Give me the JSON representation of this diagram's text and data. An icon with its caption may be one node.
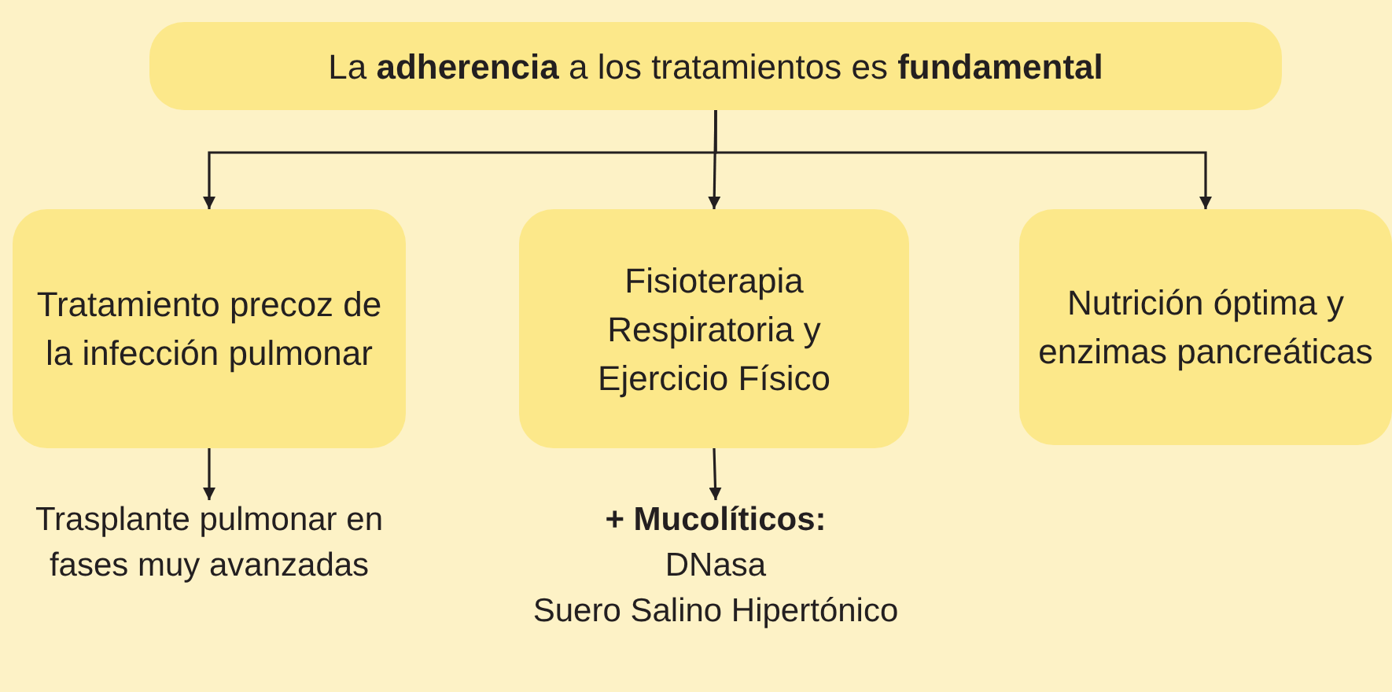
{
  "diagram": {
    "nodes": [
      {
        "text": [
          "La **adherencia** a los tratamientos es **fundamental**"
        ]
      },
      {
        "text": [
          "Tratamiento precoz de la infección pulmonar"
        ]
      },
      {
        "text": [
          "Fisioterapia Respiratoria y Ejercicio Físico"
        ]
      },
      {
        "text": [
          "Nutrición óptima y enzimas pancreáticas"
        ]
      },
      {
        "text": [
          "Trasplante pulmonar en fases muy avanzadas"
        ]
      },
      {
        "text": [
          "+ Mucolíticos:",
          "DNasa",
          "Suero Salino Hipertónico"
        ]
      }
    ],
    "edges": [
      {
        "from": 0,
        "to": 1,
        "arrow": "to"
      },
      {
        "from": 0,
        "to": 2,
        "arrow": "to"
      },
      {
        "from": 0,
        "to": 3,
        "arrow": "to"
      },
      {
        "from": 1,
        "to": 4,
        "arrow": "to"
      },
      {
        "from": 2,
        "to": 5,
        "arrow": "to"
      }
    ]
  }
}
